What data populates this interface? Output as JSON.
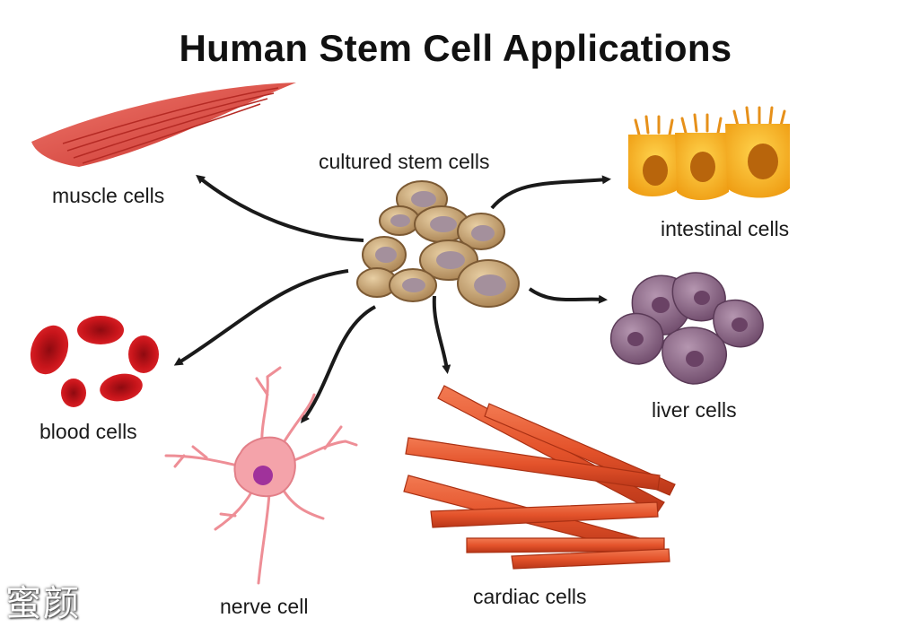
{
  "title": "Human Stem Cell Applications",
  "center_label": "cultured stem cells",
  "labels": {
    "muscle": "muscle cells",
    "intestinal": "intestinal cells",
    "blood": "blood cells",
    "liver": "liver cells",
    "nerve": "nerve cell",
    "cardiac": "cardiac cells"
  },
  "watermark": "蜜颜",
  "colors": {
    "arrow": "#1a1a1a",
    "stem_cell": "#c9a476",
    "stem_nucleus": "#a4909c",
    "muscle": "#e0463c",
    "blood": "#c8151b",
    "intestinal": "#f3a81e",
    "liver": "#8f6b8a",
    "nerve": "#f29aa0",
    "nerve_nucleus": "#a0329b",
    "cardiac": "#e4532b"
  }
}
